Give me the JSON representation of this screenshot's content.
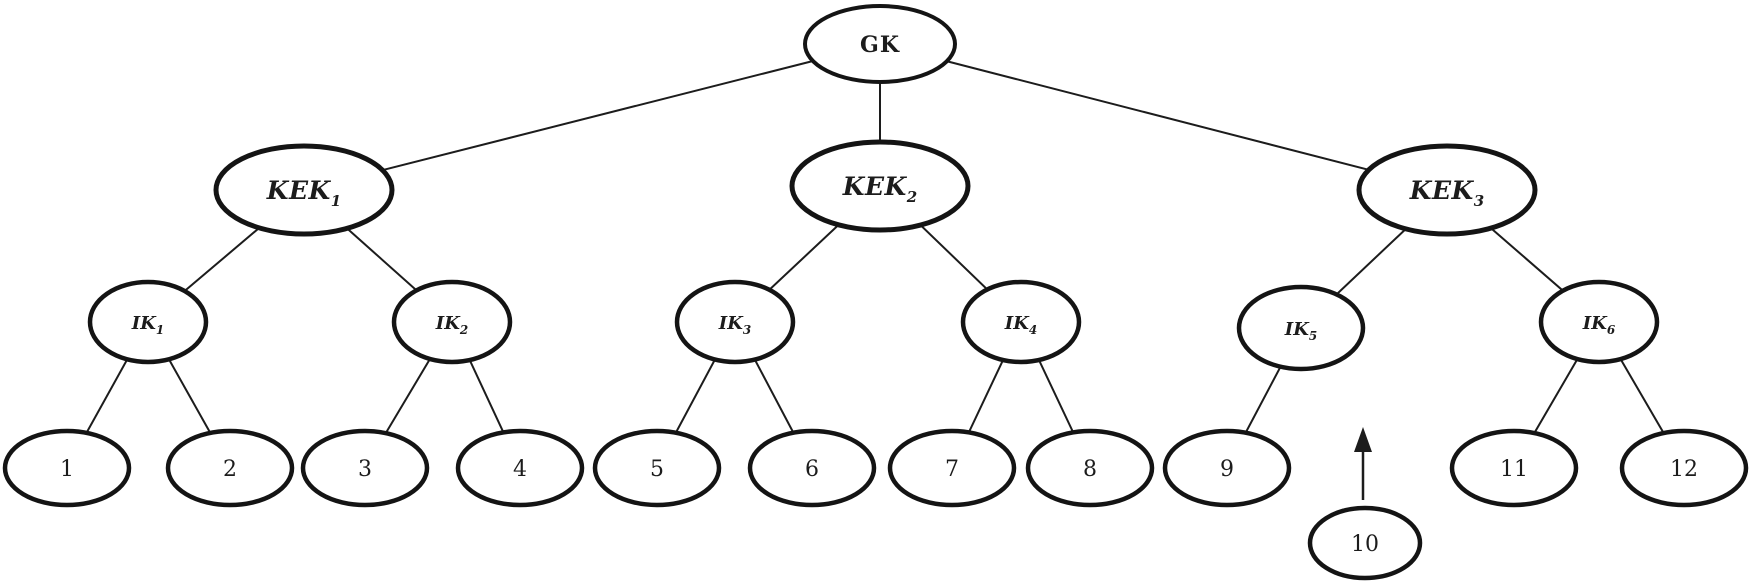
{
  "diagram": {
    "description": "Logical key hierarchy tree",
    "colors": {
      "background": "#ffffff",
      "ink": "#1c1c1c"
    },
    "root": {
      "label": "GK"
    },
    "kek_level": [
      {
        "base": "KEK",
        "sub": "1"
      },
      {
        "base": "KEK",
        "sub": "2"
      },
      {
        "base": "KEK",
        "sub": "3"
      }
    ],
    "ik_level": [
      {
        "base": "IK",
        "sub": "1"
      },
      {
        "base": "IK",
        "sub": "2"
      },
      {
        "base": "IK",
        "sub": "3"
      },
      {
        "base": "IK",
        "sub": "4"
      },
      {
        "base": "IK",
        "sub": "5"
      },
      {
        "base": "IK",
        "sub": "6"
      }
    ],
    "leaves": [
      {
        "label": "1"
      },
      {
        "label": "2"
      },
      {
        "label": "3"
      },
      {
        "label": "4"
      },
      {
        "label": "5"
      },
      {
        "label": "6"
      },
      {
        "label": "7"
      },
      {
        "label": "8"
      },
      {
        "label": "9"
      },
      {
        "label": "10"
      },
      {
        "label": "11"
      },
      {
        "label": "12"
      }
    ],
    "icons": {
      "join_arrow": "up-arrow"
    }
  }
}
